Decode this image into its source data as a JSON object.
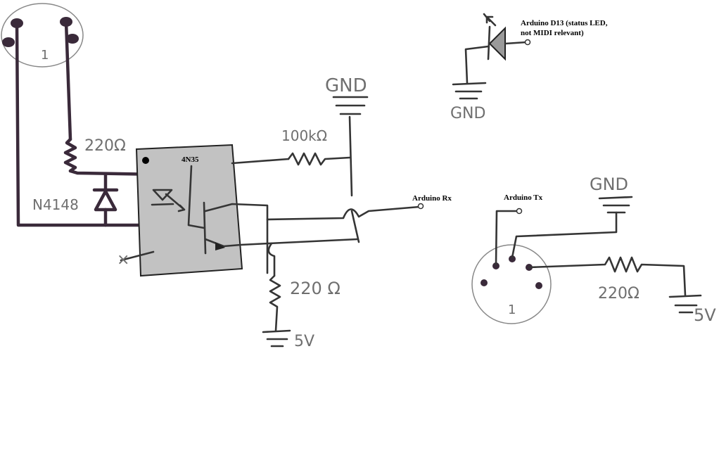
{
  "colors": {
    "wire": "#3a2a3a",
    "thin": "#353535",
    "hand": "#6f6f6f",
    "chip": "#c2c2c2"
  },
  "labels": {
    "chip": "4N35",
    "arduino_rx": "Arduino Rx",
    "arduino_tx": "Arduino Tx",
    "arduino_d13_line1": "Arduino D13 (status LED,",
    "arduino_d13_line2": "not MIDI relevant)",
    "r_input": "220Ω",
    "r_pullup": "100kΩ",
    "r_emitter": "220 Ω",
    "r_out": "220Ω",
    "diode": "N4148",
    "gnd_top": "GND",
    "gnd_led": "GND",
    "gnd_out": "GND",
    "v_input": "5V",
    "v_out": "5V",
    "din_in_pin": "1",
    "din_out_pin": "1",
    "nc_mark": "×"
  }
}
